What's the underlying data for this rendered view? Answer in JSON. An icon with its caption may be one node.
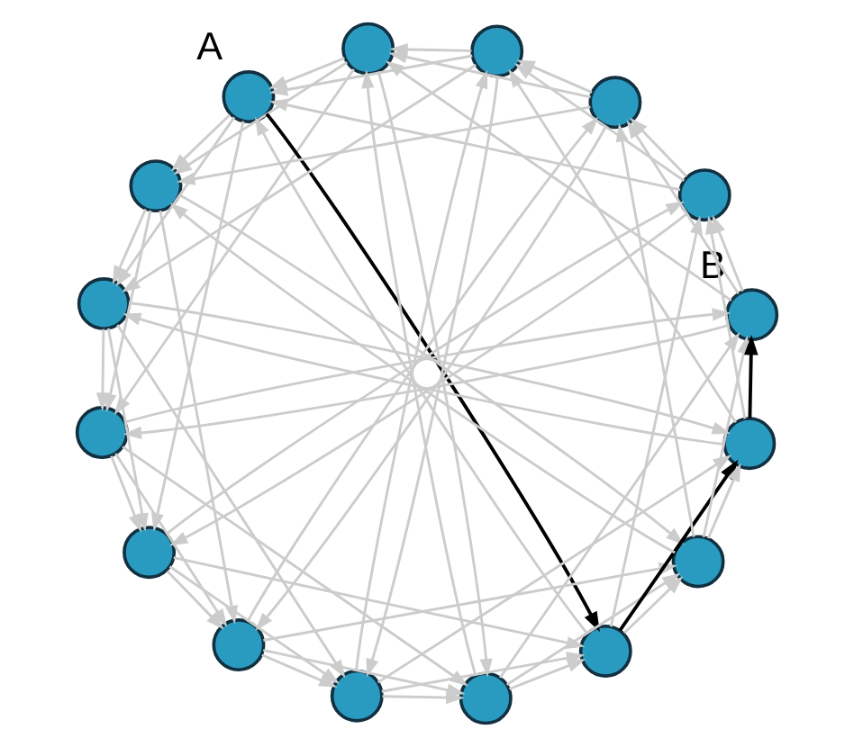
{
  "diagram": {
    "nodes": [
      {
        "text": [],
        "shape": "circle"
      },
      {
        "text": [],
        "shape": "circle",
        "beside": [
          "A"
        ]
      },
      {
        "text": [],
        "shape": "circle"
      },
      {
        "text": [],
        "shape": "circle"
      },
      {
        "text": [],
        "shape": "circle"
      },
      {
        "text": [],
        "shape": "circle"
      },
      {
        "text": [],
        "shape": "circle"
      },
      {
        "text": [],
        "shape": "circle"
      },
      {
        "text": [],
        "shape": "circle"
      },
      {
        "text": [],
        "shape": "circle"
      },
      {
        "text": [],
        "shape": "circle"
      },
      {
        "text": [],
        "shape": "circle"
      },
      {
        "text": [],
        "shape": "circle",
        "beside": [
          "B"
        ]
      },
      {
        "text": [],
        "shape": "circle"
      },
      {
        "text": [],
        "shape": "circle"
      },
      {
        "text": [],
        "shape": "circle"
      }
    ],
    "edges": [
      {
        "from": 0,
        "to": 1,
        "arrow": "to"
      },
      {
        "from": 0,
        "to": 2,
        "arrow": "to"
      },
      {
        "from": 0,
        "to": 4,
        "arrow": "to"
      },
      {
        "from": 0,
        "to": 8,
        "arrow": "to"
      },
      {
        "from": 1,
        "to": 2,
        "arrow": "to"
      },
      {
        "from": 1,
        "to": 3,
        "arrow": "to"
      },
      {
        "from": 1,
        "to": 5,
        "arrow": "to"
      },
      {
        "from": 1,
        "to": 9,
        "arrow": "to",
        "color": "#000000"
      },
      {
        "from": 2,
        "to": 3,
        "arrow": "to"
      },
      {
        "from": 2,
        "to": 4,
        "arrow": "to"
      },
      {
        "from": 2,
        "to": 6,
        "arrow": "to"
      },
      {
        "from": 2,
        "to": 10,
        "arrow": "to"
      },
      {
        "from": 3,
        "to": 4,
        "arrow": "to"
      },
      {
        "from": 3,
        "to": 5,
        "arrow": "to"
      },
      {
        "from": 3,
        "to": 7,
        "arrow": "to"
      },
      {
        "from": 3,
        "to": 11,
        "arrow": "to"
      },
      {
        "from": 4,
        "to": 5,
        "arrow": "to"
      },
      {
        "from": 4,
        "to": 6,
        "arrow": "to"
      },
      {
        "from": 4,
        "to": 8,
        "arrow": "to"
      },
      {
        "from": 4,
        "to": 12,
        "arrow": "to"
      },
      {
        "from": 5,
        "to": 6,
        "arrow": "to"
      },
      {
        "from": 5,
        "to": 7,
        "arrow": "to"
      },
      {
        "from": 5,
        "to": 9,
        "arrow": "to"
      },
      {
        "from": 5,
        "to": 13,
        "arrow": "to"
      },
      {
        "from": 6,
        "to": 7,
        "arrow": "to"
      },
      {
        "from": 6,
        "to": 8,
        "arrow": "to"
      },
      {
        "from": 6,
        "to": 10,
        "arrow": "to"
      },
      {
        "from": 6,
        "to": 14,
        "arrow": "to"
      },
      {
        "from": 7,
        "to": 8,
        "arrow": "to"
      },
      {
        "from": 7,
        "to": 9,
        "arrow": "to"
      },
      {
        "from": 7,
        "to": 11,
        "arrow": "to"
      },
      {
        "from": 7,
        "to": 15,
        "arrow": "to"
      },
      {
        "from": 8,
        "to": 9,
        "arrow": "to"
      },
      {
        "from": 8,
        "to": 10,
        "arrow": "to"
      },
      {
        "from": 8,
        "to": 12,
        "arrow": "to"
      },
      {
        "from": 8,
        "to": 0,
        "arrow": "to"
      },
      {
        "from": 9,
        "to": 10,
        "arrow": "to"
      },
      {
        "from": 9,
        "to": 11,
        "arrow": "to",
        "color": "#000000"
      },
      {
        "from": 9,
        "to": 13,
        "arrow": "to"
      },
      {
        "from": 9,
        "to": 1,
        "arrow": "to"
      },
      {
        "from": 10,
        "to": 11,
        "arrow": "to"
      },
      {
        "from": 10,
        "to": 12,
        "arrow": "to"
      },
      {
        "from": 10,
        "to": 14,
        "arrow": "to"
      },
      {
        "from": 10,
        "to": 2,
        "arrow": "to"
      },
      {
        "from": 11,
        "to": 12,
        "arrow": "to",
        "color": "#000000"
      },
      {
        "from": 11,
        "to": 13,
        "arrow": "to"
      },
      {
        "from": 11,
        "to": 15,
        "arrow": "to"
      },
      {
        "from": 11,
        "to": 3,
        "arrow": "to"
      },
      {
        "from": 12,
        "to": 13,
        "arrow": "to"
      },
      {
        "from": 12,
        "to": 14,
        "arrow": "to"
      },
      {
        "from": 12,
        "to": 0,
        "arrow": "to"
      },
      {
        "from": 12,
        "to": 4,
        "arrow": "to"
      },
      {
        "from": 13,
        "to": 14,
        "arrow": "to"
      },
      {
        "from": 13,
        "to": 15,
        "arrow": "to"
      },
      {
        "from": 13,
        "to": 1,
        "arrow": "to"
      },
      {
        "from": 13,
        "to": 5,
        "arrow": "to"
      },
      {
        "from": 14,
        "to": 15,
        "arrow": "to"
      },
      {
        "from": 14,
        "to": 0,
        "arrow": "to"
      },
      {
        "from": 14,
        "to": 2,
        "arrow": "to"
      },
      {
        "from": 14,
        "to": 6,
        "arrow": "to"
      },
      {
        "from": 15,
        "to": 0,
        "arrow": "to"
      },
      {
        "from": 15,
        "to": 1,
        "arrow": "to"
      },
      {
        "from": 15,
        "to": 3,
        "arrow": "to"
      },
      {
        "from": 15,
        "to": 7,
        "arrow": "to"
      }
    ]
  }
}
